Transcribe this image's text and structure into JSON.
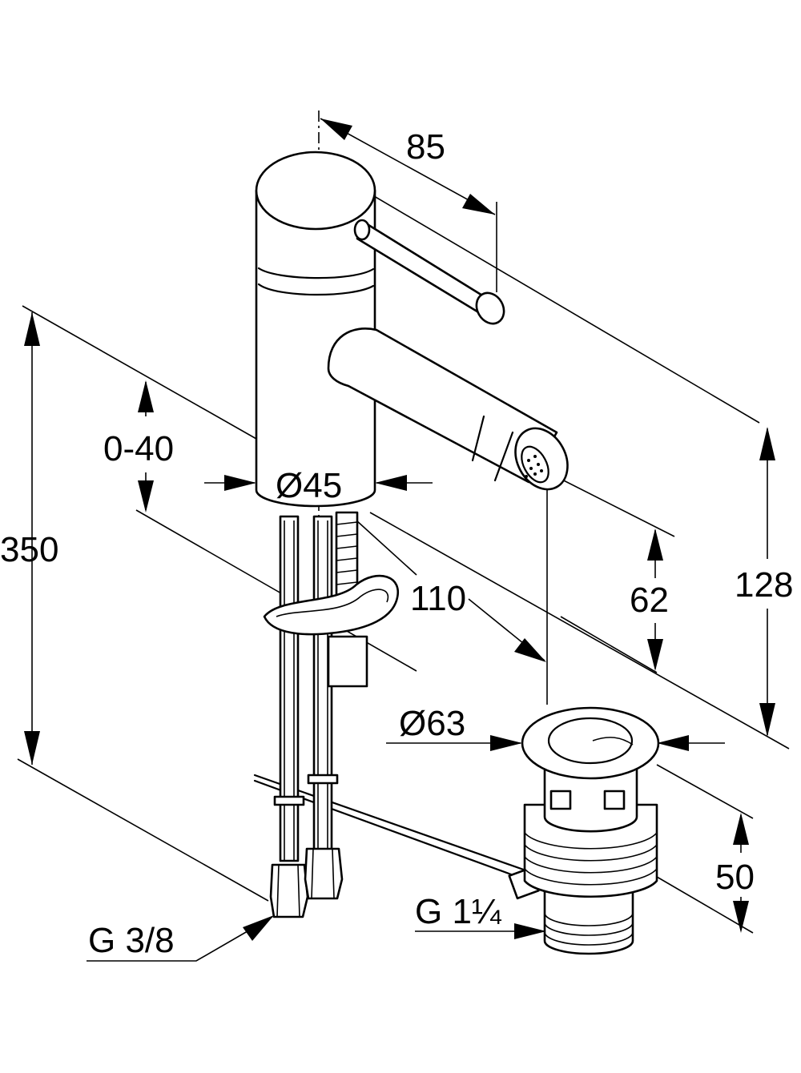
{
  "drawing": {
    "colors": {
      "line": "#000000",
      "background": "#ffffff"
    },
    "dimensions": {
      "spout_reach": "85",
      "lift_rod_range": "0-40",
      "body_diameter": "Ø45",
      "total_height": "350",
      "tap_height": "128",
      "spout_to_waste": "110",
      "outlet_height": "62",
      "waste_diameter": "Ø63",
      "waste_height": "50",
      "hose_thread": "G 3/8",
      "waste_thread": "G 1¼"
    }
  }
}
